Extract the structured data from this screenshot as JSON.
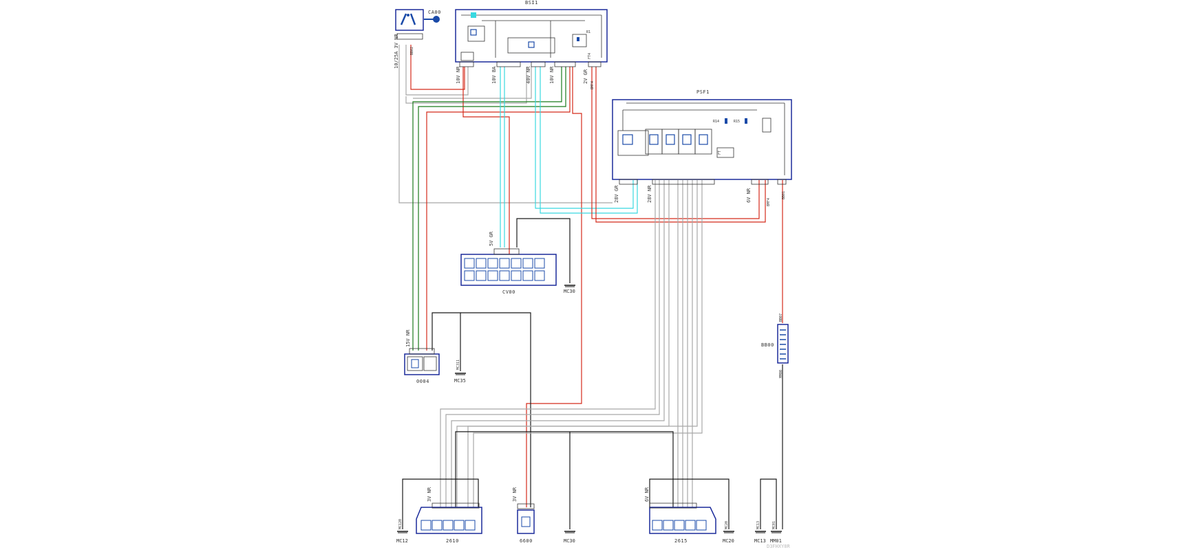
{
  "footer_code": "D3FHXY8R",
  "colors": {
    "frame": "#1a2a9a",
    "black": "#1a1a1a",
    "grey": "#a8a8a8",
    "red": "#d42a1a",
    "green": "#1a7a1a",
    "cyan": "#38d8e0",
    "icon": "#1a4aa8"
  },
  "components": [
    {
      "id": "CA00",
      "label": "CA00"
    },
    {
      "id": "BSI1",
      "label": "BSI1"
    },
    {
      "id": "PSF1",
      "label": "PSF1"
    },
    {
      "id": "CV00",
      "label": "CV00"
    },
    {
      "id": "0004",
      "label": "0004"
    },
    {
      "id": "BB00",
      "label": "BB00"
    },
    {
      "id": "2610",
      "label": "2610"
    },
    {
      "id": "6600",
      "label": "6600"
    },
    {
      "id": "2615",
      "label": "2615"
    }
  ],
  "grounds": [
    {
      "id": "MC30a",
      "label": "MC30"
    },
    {
      "id": "MC35",
      "label": "MC35"
    },
    {
      "id": "MC12",
      "label": "MC12"
    },
    {
      "id": "MC30b",
      "label": "MC30"
    },
    {
      "id": "MC20",
      "label": "MC20"
    },
    {
      "id": "MC13",
      "label": "MC13"
    },
    {
      "id": "MM01",
      "label": "MM01"
    }
  ],
  "connectors": [
    {
      "id": "ca00_conn",
      "label": "10/25A 3V NR"
    },
    {
      "id": "bsi_c1",
      "label": "10V NR"
    },
    {
      "id": "bsi_c2",
      "label": "10V BA"
    },
    {
      "id": "bsi_c3",
      "label": "40V NR"
    },
    {
      "id": "bsi_c4",
      "label": "10V NR"
    },
    {
      "id": "bsi_c5",
      "label": "2V GR"
    },
    {
      "id": "psf_c1",
      "label": "28V GR"
    },
    {
      "id": "psf_c2",
      "label": "28V NR"
    },
    {
      "id": "psf_c3",
      "label": "6V NR"
    },
    {
      "id": "cv00_conn",
      "label": "5V GR"
    },
    {
      "id": "d0004_conn",
      "label": "15V NR"
    },
    {
      "id": "c2610_conn",
      "label": "3V NR"
    },
    {
      "id": "c6600_conn",
      "label": "3V NR"
    },
    {
      "id": "c2615_conn",
      "label": "6V NR"
    }
  ],
  "wire_codes": [
    {
      "id": "w_bb02",
      "label": "BB02"
    },
    {
      "id": "w_bmf4a",
      "label": "BMF4"
    },
    {
      "id": "w_bmf4b",
      "label": "BMF4"
    },
    {
      "id": "w_bb01",
      "label": "BB01"
    },
    {
      "id": "w_bb07",
      "label": "BB07"
    },
    {
      "id": "w_mm00",
      "label": "MM00"
    },
    {
      "id": "w_mc01",
      "label": "MC01"
    },
    {
      "id": "w_mc13",
      "label": "MC13"
    },
    {
      "id": "w_mc311",
      "label": "MC311"
    },
    {
      "id": "w_mc120",
      "label": "MC120"
    },
    {
      "id": "w_mc20",
      "label": "MC20"
    },
    {
      "id": "w_bsi_fuse",
      "label": "FT4"
    },
    {
      "id": "w_bsi_r",
      "label": "R1"
    },
    {
      "id": "w_psf_r14",
      "label": "R14"
    },
    {
      "id": "w_psf_r15",
      "label": "R15"
    },
    {
      "id": "w_psf_ft",
      "label": "FT"
    }
  ]
}
